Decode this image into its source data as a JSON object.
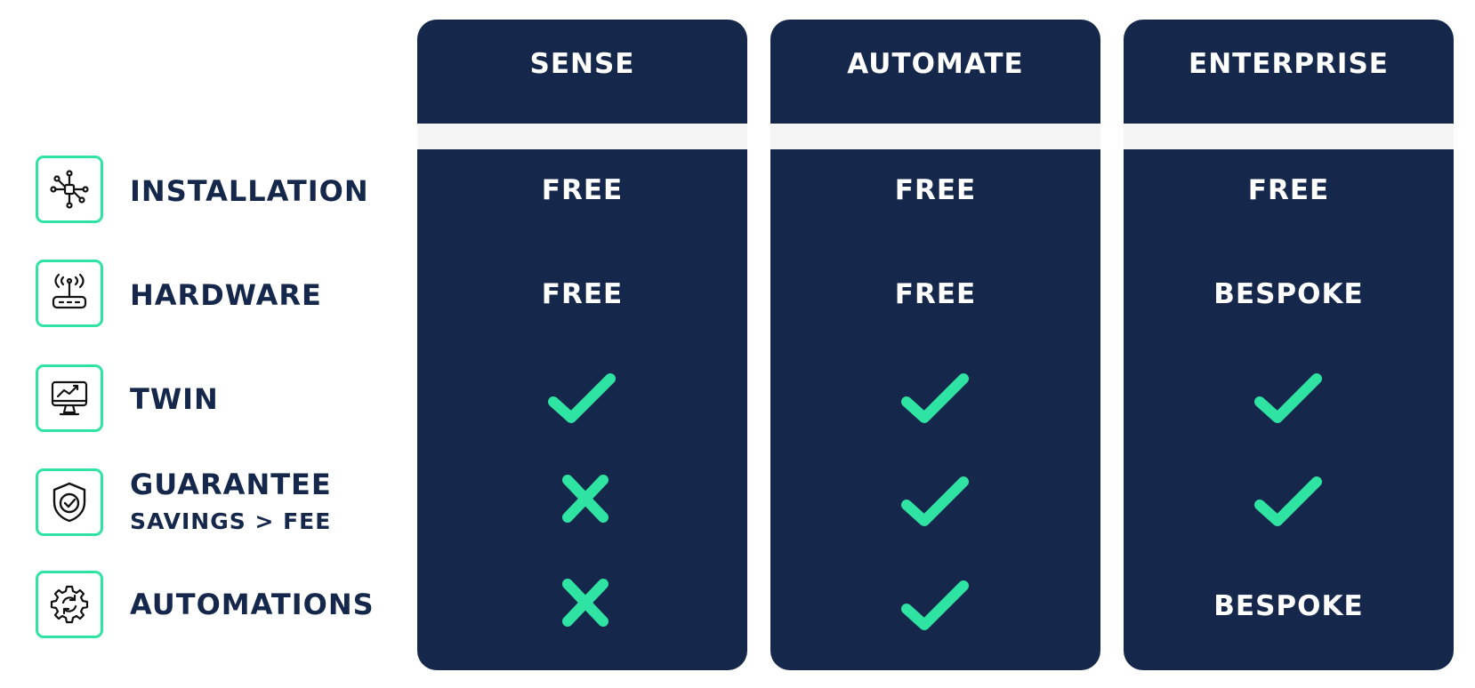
{
  "colors": {
    "navy": "#15274b",
    "accent": "#2fe3a3",
    "band": "#f5f5f5"
  },
  "features": [
    {
      "label": "INSTALLATION",
      "icon": "circuit-icon"
    },
    {
      "label": "HARDWARE",
      "icon": "router-icon"
    },
    {
      "label": "TWIN",
      "icon": "monitor-chart-icon"
    },
    {
      "label": "GUARANTEE",
      "sublabel": "SAVINGS > FEE",
      "icon": "shield-check-icon"
    },
    {
      "label": "AUTOMATIONS",
      "icon": "gear-sync-icon"
    }
  ],
  "plans": [
    {
      "name": "SENSE",
      "cells": [
        {
          "type": "text",
          "value": "FREE"
        },
        {
          "type": "text",
          "value": "FREE"
        },
        {
          "type": "icon",
          "value": "check-icon"
        },
        {
          "type": "icon",
          "value": "cross-icon"
        },
        {
          "type": "icon",
          "value": "cross-icon"
        }
      ]
    },
    {
      "name": "AUTOMATE",
      "cells": [
        {
          "type": "text",
          "value": "FREE"
        },
        {
          "type": "text",
          "value": "FREE"
        },
        {
          "type": "icon",
          "value": "check-icon"
        },
        {
          "type": "icon",
          "value": "check-icon"
        },
        {
          "type": "icon",
          "value": "check-icon"
        }
      ]
    },
    {
      "name": "ENTERPRISE",
      "cells": [
        {
          "type": "text",
          "value": "FREE"
        },
        {
          "type": "text",
          "value": "BESPOKE"
        },
        {
          "type": "icon",
          "value": "check-icon"
        },
        {
          "type": "icon",
          "value": "check-icon"
        },
        {
          "type": "text",
          "value": "BESPOKE"
        }
      ]
    }
  ]
}
